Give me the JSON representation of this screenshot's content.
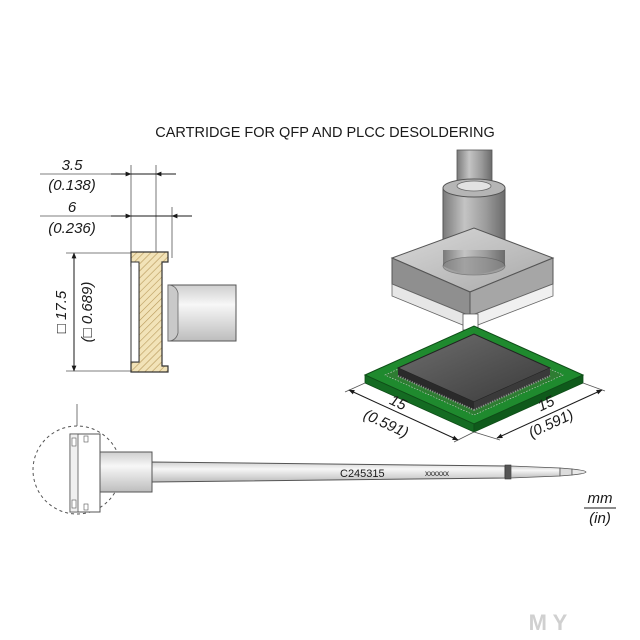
{
  "title": "CARTRIDGE FOR QFP AND PLCC DESOLDERING",
  "dims": {
    "d1": "3.5",
    "d1_in": "(0.138)",
    "d2": "6",
    "d2_in": "(0.236)",
    "d3": "□ 17.5",
    "d3_in": "(□ 0.689)",
    "iso_left": "15",
    "iso_left_in": "(0.591)",
    "iso_right": "15",
    "iso_right_in": "(0.591)"
  },
  "part_number": "C245315",
  "part_code": "xxxxxx",
  "units": {
    "mm": "mm",
    "in": "(in)"
  },
  "watermark": "M Y"
}
